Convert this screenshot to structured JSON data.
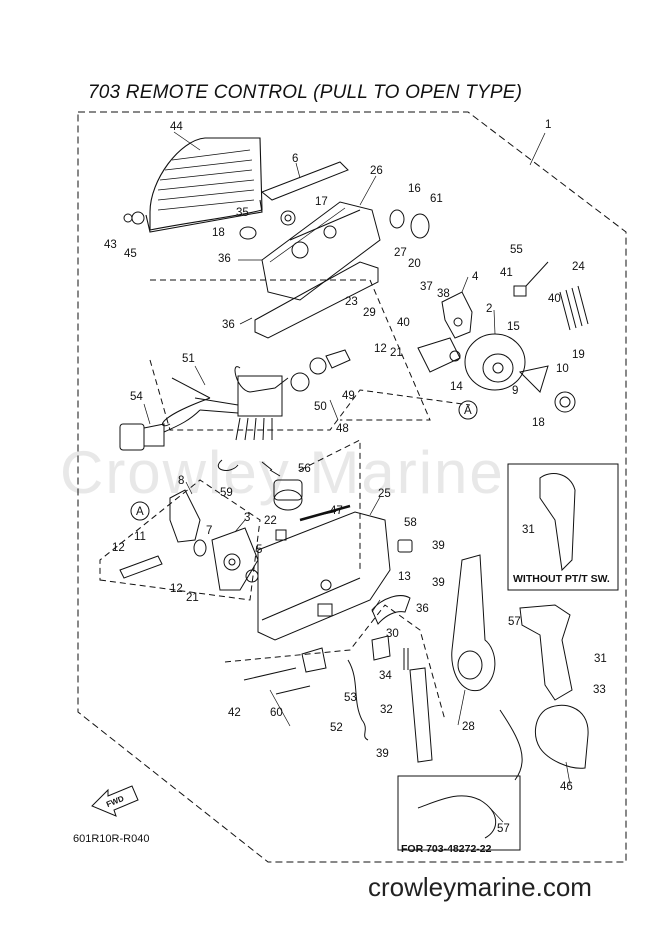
{
  "title": "703 REMOTE CONTROL (PULL TO OPEN TYPE)",
  "watermark": "Crowley Marine",
  "footer": "crowleymarine.com",
  "diagram_code": "601R10R-R040",
  "fwd_label": "FWD",
  "box_without_pt": "WITHOUT PT/T SW.",
  "box_for_703": "FOR 703-48272-22",
  "ref_marker": "A",
  "part_numbers": [
    "1",
    "2",
    "3",
    "4",
    "5",
    "6",
    "7",
    "8",
    "9",
    "10",
    "11",
    "12",
    "13",
    "14",
    "15",
    "16",
    "17",
    "18",
    "19",
    "20",
    "21",
    "22",
    "23",
    "24",
    "25",
    "26",
    "27",
    "28",
    "29",
    "30",
    "31",
    "32",
    "33",
    "34",
    "35",
    "36",
    "37",
    "38",
    "39",
    "40",
    "41",
    "42",
    "43",
    "44",
    "45",
    "46",
    "47",
    "48",
    "49",
    "50",
    "51",
    "52",
    "53",
    "54",
    "55",
    "56",
    "57",
    "58",
    "59",
    "60",
    "61"
  ],
  "callouts": [
    {
      "n": "1"
    },
    {
      "n": "44"
    },
    {
      "n": "6"
    },
    {
      "n": "26"
    },
    {
      "n": "16"
    },
    {
      "n": "61"
    },
    {
      "n": "35"
    },
    {
      "n": "17"
    },
    {
      "n": "18"
    },
    {
      "n": "43"
    },
    {
      "n": "45"
    },
    {
      "n": "36"
    },
    {
      "n": "27"
    },
    {
      "n": "20"
    },
    {
      "n": "55"
    },
    {
      "n": "24"
    },
    {
      "n": "4"
    },
    {
      "n": "41"
    },
    {
      "n": "37"
    },
    {
      "n": "38"
    },
    {
      "n": "23"
    },
    {
      "n": "29"
    },
    {
      "n": "40"
    },
    {
      "n": "40"
    },
    {
      "n": "36"
    },
    {
      "n": "2"
    },
    {
      "n": "15"
    },
    {
      "n": "19"
    },
    {
      "n": "51"
    },
    {
      "n": "12"
    },
    {
      "n": "21"
    },
    {
      "n": "14"
    },
    {
      "n": "9"
    },
    {
      "n": "10"
    },
    {
      "n": "49"
    },
    {
      "n": "50"
    },
    {
      "n": "54"
    },
    {
      "n": "48"
    },
    {
      "n": "18"
    },
    {
      "n": "56"
    },
    {
      "n": "59"
    },
    {
      "n": "8"
    },
    {
      "n": "25"
    },
    {
      "n": "31"
    },
    {
      "n": "47"
    },
    {
      "n": "22"
    },
    {
      "n": "3"
    },
    {
      "n": "7"
    },
    {
      "n": "58"
    },
    {
      "n": "11"
    },
    {
      "n": "12"
    },
    {
      "n": "5"
    },
    {
      "n": "39"
    },
    {
      "n": "12"
    },
    {
      "n": "21"
    },
    {
      "n": "13"
    },
    {
      "n": "39"
    },
    {
      "n": "36"
    },
    {
      "n": "57"
    },
    {
      "n": "31"
    },
    {
      "n": "30"
    },
    {
      "n": "34"
    },
    {
      "n": "60"
    },
    {
      "n": "53"
    },
    {
      "n": "42"
    },
    {
      "n": "52"
    },
    {
      "n": "32"
    },
    {
      "n": "33"
    },
    {
      "n": "28"
    },
    {
      "n": "39"
    },
    {
      "n": "46"
    },
    {
      "n": "57"
    }
  ]
}
